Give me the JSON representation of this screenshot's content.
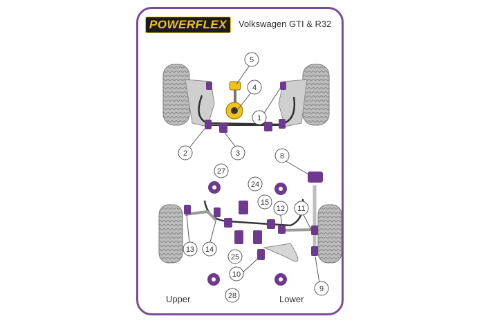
{
  "brand": {
    "logo_text": "POWERFLEX"
  },
  "title": "Volkswagen GTI & R32",
  "colors": {
    "purple": "#6d3a8f",
    "border": "#7d4a98",
    "yellow": "#f0c21a",
    "tyre": "#b5b5b5",
    "metal": "#c8c8c8"
  },
  "callouts": [
    {
      "id": "c1",
      "text": "1"
    },
    {
      "id": "c2",
      "text": "2"
    },
    {
      "id": "c3",
      "text": "3"
    },
    {
      "id": "c4",
      "text": "4"
    },
    {
      "id": "c5",
      "text": "5"
    },
    {
      "id": "c8",
      "text": "8"
    },
    {
      "id": "c9",
      "text": "9"
    },
    {
      "id": "c10",
      "text": "10"
    },
    {
      "id": "c11",
      "text": "11"
    },
    {
      "id": "c12",
      "text": "12"
    },
    {
      "id": "c13",
      "text": "13"
    },
    {
      "id": "c14",
      "text": "14"
    },
    {
      "id": "c15",
      "text": "15"
    },
    {
      "id": "c24",
      "text": "24"
    },
    {
      "id": "c25",
      "text": "25"
    },
    {
      "id": "c27",
      "text": "27"
    },
    {
      "id": "c28",
      "text": "28"
    }
  ],
  "footer": {
    "upper": "Upper",
    "lower": "Lower"
  }
}
